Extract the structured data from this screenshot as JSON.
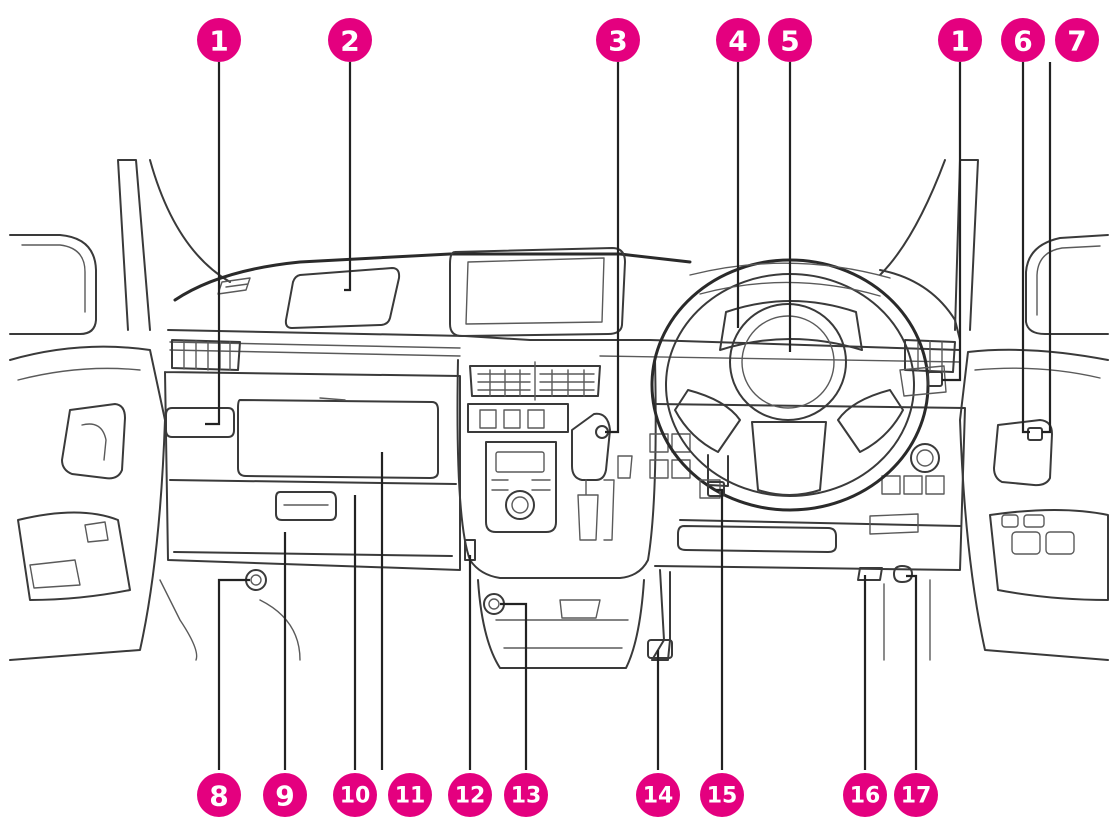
{
  "accent_color": "#e4007f",
  "callouts": [
    {
      "label": "1"
    },
    {
      "label": "2"
    },
    {
      "label": "3"
    },
    {
      "label": "4"
    },
    {
      "label": "5"
    },
    {
      "label": "1"
    },
    {
      "label": "6"
    },
    {
      "label": "7"
    },
    {
      "label": "8"
    },
    {
      "label": "9"
    },
    {
      "label": "10"
    },
    {
      "label": "11"
    },
    {
      "label": "12"
    },
    {
      "label": "13"
    },
    {
      "label": "14"
    },
    {
      "label": "15"
    },
    {
      "label": "16"
    },
    {
      "label": "17"
    }
  ]
}
